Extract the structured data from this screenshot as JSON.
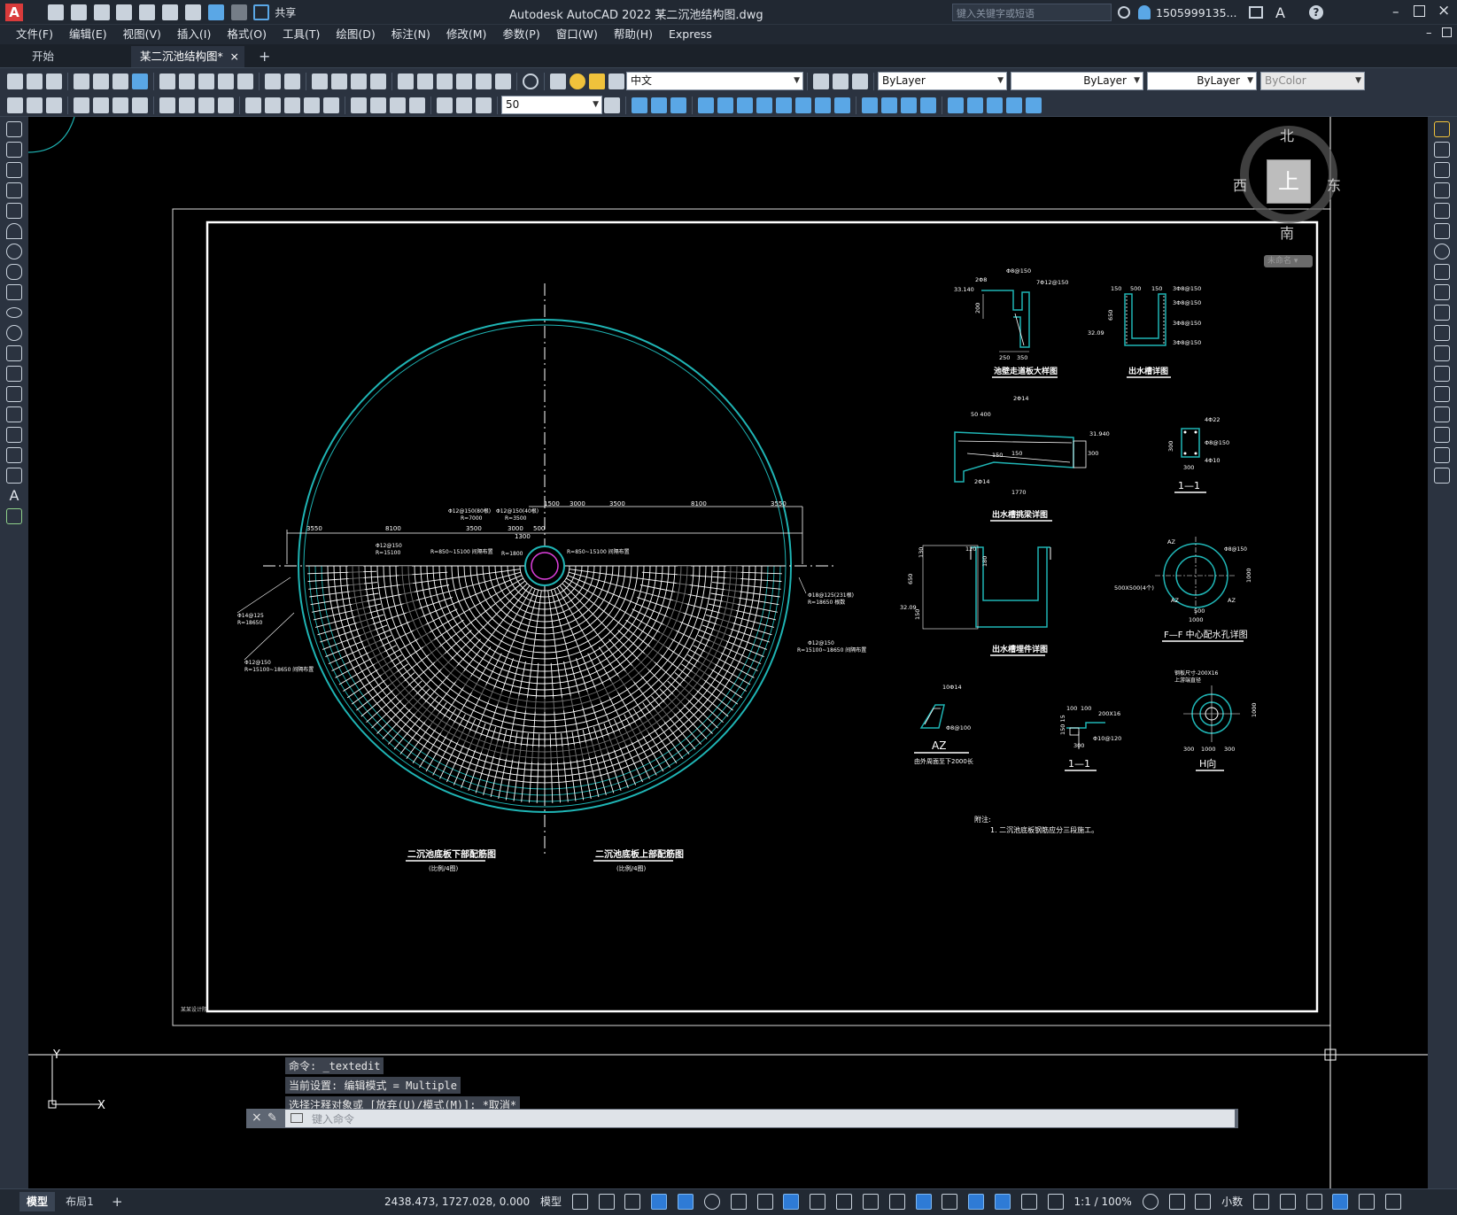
{
  "app": {
    "title": "Autodesk AutoCAD 2022    某二沉池结构图.dwg",
    "share_label": "共享",
    "search_placeholder": "键入关键字或短语",
    "user": "1505999135...",
    "accent_color": "#d93b3b"
  },
  "menu": [
    "文件(F)",
    "编辑(E)",
    "视图(V)",
    "插入(I)",
    "格式(O)",
    "工具(T)",
    "绘图(D)",
    "标注(N)",
    "修改(M)",
    "参数(P)",
    "窗口(W)",
    "帮助(H)",
    "Express"
  ],
  "tabs": [
    {
      "label": "开始",
      "active": false
    },
    {
      "label": "某二沉池结构图*",
      "active": true
    }
  ],
  "toolbar": {
    "textstyle": "中文",
    "layer_color": "ByLayer",
    "linetype": "ByLayer",
    "lineweight": "ByLayer",
    "plotstyle": "ByColor",
    "dim_scale": "50"
  },
  "viewcube": {
    "north": "北",
    "south": "南",
    "east": "东",
    "west": "西",
    "top": "上",
    "ucs_label": "未命名"
  },
  "drawing": {
    "title_bottom_plan": "二沉池底板下部配筋图",
    "title_top_plan": "二沉池底板上部配筋图",
    "scale_note": "(比例/4图)",
    "detail_titles": {
      "walkway": "池壁走道板大样图",
      "outlet_channel": "出水槽详图",
      "outlet_beam": "出水槽挑梁详图",
      "section_11": "1—1",
      "outlet_embed": "出水槽埋件详图",
      "ff_center": "F—F  中心配水孔详图",
      "az": "AZ",
      "az_note": "由外周面至下2000长",
      "section_11b": "1—1",
      "h_view": "H向"
    },
    "note_title": "附注:",
    "note_1": "1.  二沉池底板钢筋应分三段施工。",
    "stamp_text": "某某设计院",
    "dims_top": [
      "3550",
      "8100",
      "3500",
      "3000",
      "500",
      "1300",
      "1500",
      "3000",
      "3500",
      "8100",
      "3550"
    ],
    "rebar_labels": [
      "Φ12@150(80根)",
      "Φ12@150(40根)",
      "Φ12@150",
      "R=15100",
      "R=7000",
      "R=3500",
      "R=1800",
      "Φ14@125",
      "R=18650",
      "Φ18@125(231根)",
      "R=18650 根数",
      "Φ12@150",
      "R=15100~18650 间隔布置",
      "R=850~15100 间隔布置"
    ],
    "walkway_dims": [
      "2Φ8",
      "Φ8@150",
      "7Φ12@150",
      "33.140",
      "200",
      "250",
      "350"
    ],
    "channel_dims": [
      "150",
      "500",
      "150",
      "3Φ8@150",
      "3Φ8@150",
      "3Φ8@150",
      "3Φ8@150",
      "32.09",
      "650"
    ],
    "beam_dims": [
      "2Φ14",
      "50 400",
      "31.940",
      "150",
      "150",
      "300",
      "2Φ14",
      "1770"
    ],
    "sec11_dims": [
      "4Φ22",
      "Φ8@150",
      "4Φ10",
      "300",
      "300"
    ],
    "embed_dims": [
      "130",
      "120",
      "180",
      "650",
      "32.09",
      "150"
    ],
    "ff_dims": [
      "500X500(4个)",
      "AZ",
      "AZ",
      "AZ",
      "500",
      "1000",
      "1000"
    ],
    "az_dims": [
      "10Φ14",
      "Φ8@100"
    ],
    "sec11b_dims": [
      "100",
      "100",
      "200X16",
      "150 15",
      "Φ10@120",
      "300"
    ],
    "h_dims": [
      "钢板尺寸-200X16",
      "上游端直径",
      "1000",
      "300",
      "1000",
      "300"
    ]
  },
  "command": {
    "history": [
      "命令: _textedit",
      "当前设置: 编辑模式 = Multiple",
      "选择注释对象或 [放弃(U)/模式(M)]: *取消*"
    ],
    "placeholder": "键入命令"
  },
  "ucs": {
    "y": "Y",
    "x": "X"
  },
  "status": {
    "layout_tabs": [
      "模型",
      "布局1"
    ],
    "coords": "2438.473, 1727.028, 0.000",
    "space": "模型",
    "scale": "1:1 / 100%",
    "units": "小数"
  },
  "colors": {
    "cyan": "#1fb5b5",
    "white": "#ffffff",
    "magenta": "#e040e0"
  }
}
